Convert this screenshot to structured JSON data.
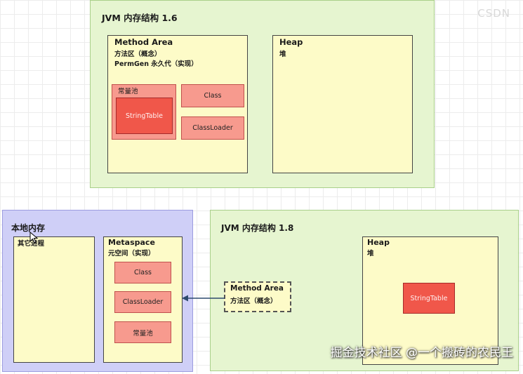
{
  "jvm16": {
    "title": "JVM 内存结构 1.6",
    "method_area": {
      "title": "Method Area",
      "line2": "方法区（概念）",
      "line3": "PermGen 永久代（实现）",
      "pool_label": "常量池",
      "string_table": "StringTable",
      "class": "Class",
      "classloader": "ClassLoader"
    },
    "heap": {
      "title": "Heap",
      "subtitle": "堆"
    }
  },
  "native": {
    "title": "本地内存",
    "other": {
      "title": "其它进程"
    },
    "metaspace": {
      "title": "Metaspace",
      "subtitle": "元空间（实现）",
      "class": "Class",
      "classloader": "ClassLoader",
      "pool": "常量池"
    }
  },
  "jvm18": {
    "title": "JVM 内存结构 1.8",
    "method_area": {
      "title": "Method Area",
      "subtitle": "方法区（概念）"
    },
    "heap": {
      "title": "Heap",
      "subtitle": "堆",
      "string_table": "StringTable"
    }
  },
  "watermark": "掘金技术社区 @一个搬砖的农民王",
  "corner_mark": "CSDN"
}
